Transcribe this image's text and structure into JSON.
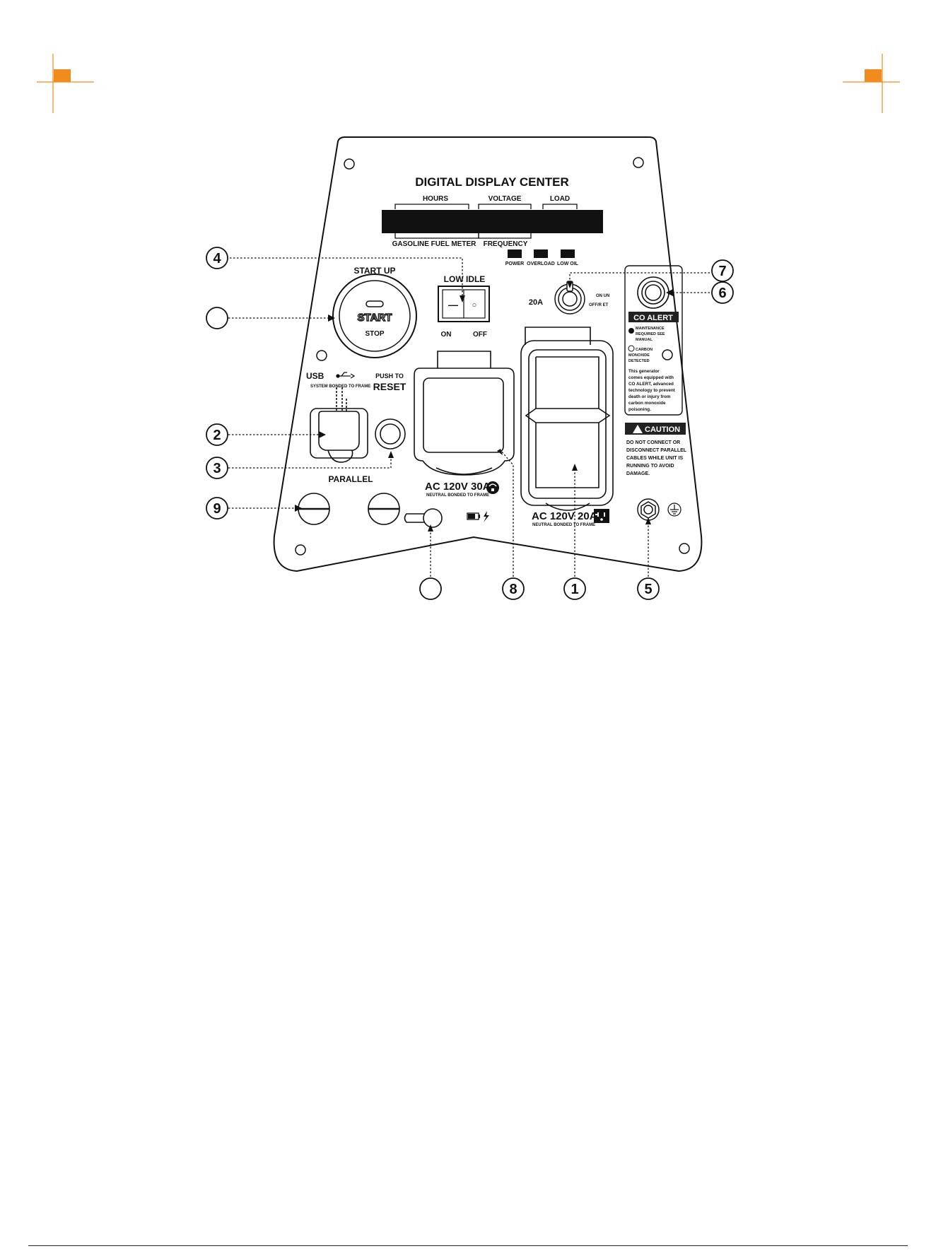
{
  "colors": {
    "crop_mark_accent": "#f08c1e",
    "line": "#111111",
    "background": "#ffffff"
  },
  "display": {
    "title": "DIGITAL DISPLAY CENTER",
    "top_labels": [
      "HOURS",
      "VOLTAGE",
      "LOAD"
    ],
    "bottom_labels": [
      "GASOLINE FUEL METER",
      "FREQUENCY"
    ],
    "indicators": [
      "POWER",
      "OVERLOAD",
      "LOW OIL"
    ]
  },
  "start_switch": {
    "header": "START UP",
    "start": "START",
    "stop": "STOP"
  },
  "idle_switch": {
    "header": "LOW IDLE",
    "on": "ON",
    "off": "OFF",
    "symbol_on": "—",
    "symbol_off": "○"
  },
  "breaker": {
    "rating": "20A",
    "on_label": "ON",
    "off_label": "OFF/R",
    "on_suffix": "UN",
    "off_suffix": "ET"
  },
  "usb": {
    "label": "USB",
    "sub": "SYSTEM BONDED TO FRAME"
  },
  "reset": {
    "line1": "PUSH TO",
    "line2": "RESET"
  },
  "parallel": {
    "label": "PARALLEL"
  },
  "outlet_30a": {
    "label": "AC 120V 30A",
    "sub": "NEUTRAL BONDED TO FRAME"
  },
  "outlet_20a": {
    "label": "AC 120V 20A",
    "sub": "NEUTRAL BONDED TO FRAME"
  },
  "co_alert": {
    "title": "CO ALERT",
    "legend": [
      {
        "lines": [
          "MAINTENANCE",
          "REQUIRED SEE",
          "MANUAL"
        ],
        "filled": true
      },
      {
        "lines": [
          "CARBON",
          "MONOXIDE",
          "DETECTED"
        ],
        "filled": false
      }
    ],
    "text": [
      "This generator",
      "comes equipped with",
      "CO ALERT, advanced",
      "technology to prevent",
      "death or injury from",
      "carbon monoxide",
      "poisoning."
    ]
  },
  "caution": {
    "title": "CAUTION",
    "text": [
      "DO NOT CONNECT OR",
      "DISCONNECT PARALLEL",
      "CABLES WHILE UNIT IS",
      "RUNNING TO AVOID",
      "DAMAGE."
    ]
  },
  "callouts": [
    "1",
    "2",
    "3",
    "4",
    "5",
    "6",
    "7",
    "8",
    "9",
    "",
    ""
  ]
}
